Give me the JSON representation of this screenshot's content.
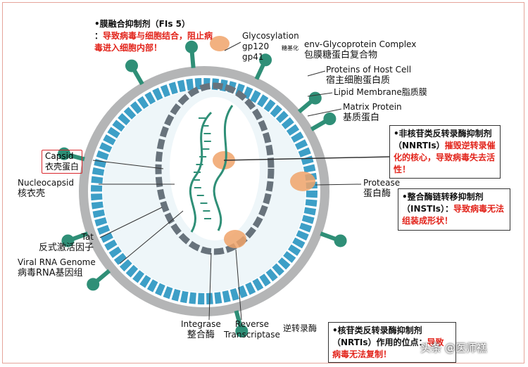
{
  "fis": {
    "title": "•膜融合抑制剂（FIs 5）",
    "colon": "：",
    "desc": "导致病毒与细胞结合，阻止病毒进入细胞内部！"
  },
  "labels": {
    "glycosylation": "Glycosylation",
    "glyco_zh": "糖基化",
    "gp120": "gp120",
    "gp41": "gp41",
    "env_en": "env-Glycoprotein Complex",
    "env_zh": "包膜糖蛋白复合物",
    "proteins_en": "Proteins of Host Cell",
    "proteins_zh": "宿主细胞蛋白质",
    "lipid": "Lipid Membrane脂质膜",
    "matrix_en": "Matrix Protein",
    "matrix_zh": "基质蛋白",
    "capsid_en": "Capsid",
    "capsid_zh": "衣壳蛋白",
    "nucleocapsid_en": "Nucleocapsid",
    "nucleocapsid_zh": "核衣壳",
    "protease_en": "Protease",
    "protease_zh": "蛋白酶",
    "tat_en": "Tat",
    "tat_zh": "反式激活因子",
    "rna_en": "Viral RNA Genome",
    "rna_zh": "病毒RNA基因组",
    "integrase_en": "Integrase",
    "integrase_zh": "整合酶",
    "rt_en1": "Reverse",
    "rt_en2": "Transcriptase",
    "rt_zh": "逆转录酶"
  },
  "boxes": {
    "nnrti": {
      "lead": "•非核苷类反转录酶抑制剂（NNRTIs）",
      "desc": "摧毁逆转录催化的核心，导致病毒失去活性！"
    },
    "insti": {
      "lead": "•整合酶链转移抑制剂（INSTIs）：",
      "desc": "导致病毒无法组装成形状！"
    },
    "nrti": {
      "lead": "•核苷类反转录酶抑制剂（NRTIs）作用的位点：",
      "desc": "导致病毒无法复制！"
    }
  },
  "watermark": "头条 @医师禚",
  "colors": {
    "membrane": "#a9aaab",
    "matrix": "#3d9fc7",
    "capsid": "#68737c",
    "rna": "#2f8f77",
    "enzyme": "#f0a36a",
    "spike": "#2f8f77",
    "alert_red": "#e2231a"
  }
}
